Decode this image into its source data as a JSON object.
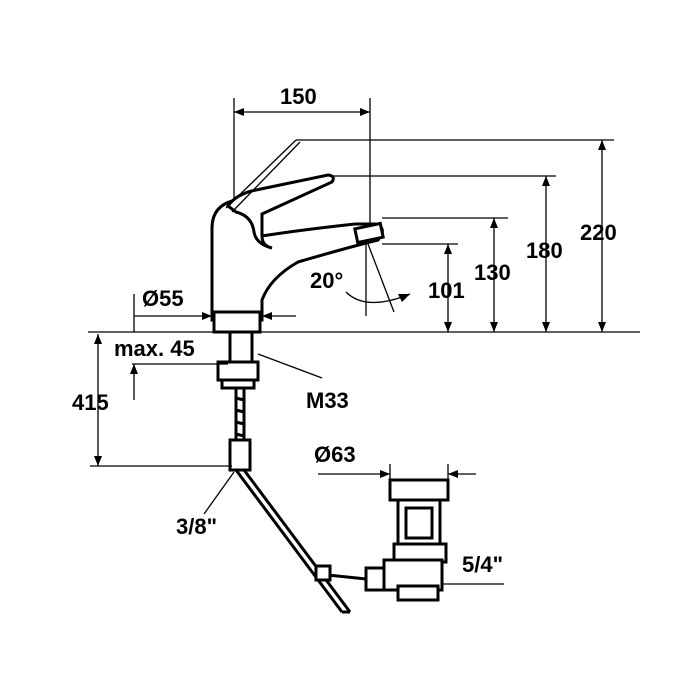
{
  "drawing": {
    "dimensions": {
      "width_150": "150",
      "height_220": "220",
      "height_180": "180",
      "height_130": "130",
      "height_101": "101",
      "angle": "20°",
      "diam_55": "Ø55",
      "max_45": "max. 45",
      "thread_m33": "M33",
      "length_415": "415",
      "connector_3_8": "3/8\"",
      "diam_63": "Ø63",
      "waste_5_4": "5/4\""
    }
  }
}
